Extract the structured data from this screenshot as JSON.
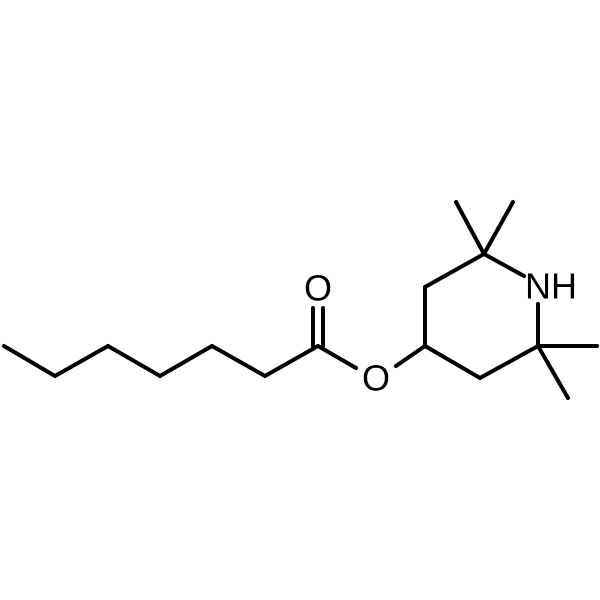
{
  "molecule": {
    "atoms": {
      "carbonyl_oxygen": "O",
      "ester_oxygen": "O",
      "ring_nitrogen": "NH"
    }
  }
}
